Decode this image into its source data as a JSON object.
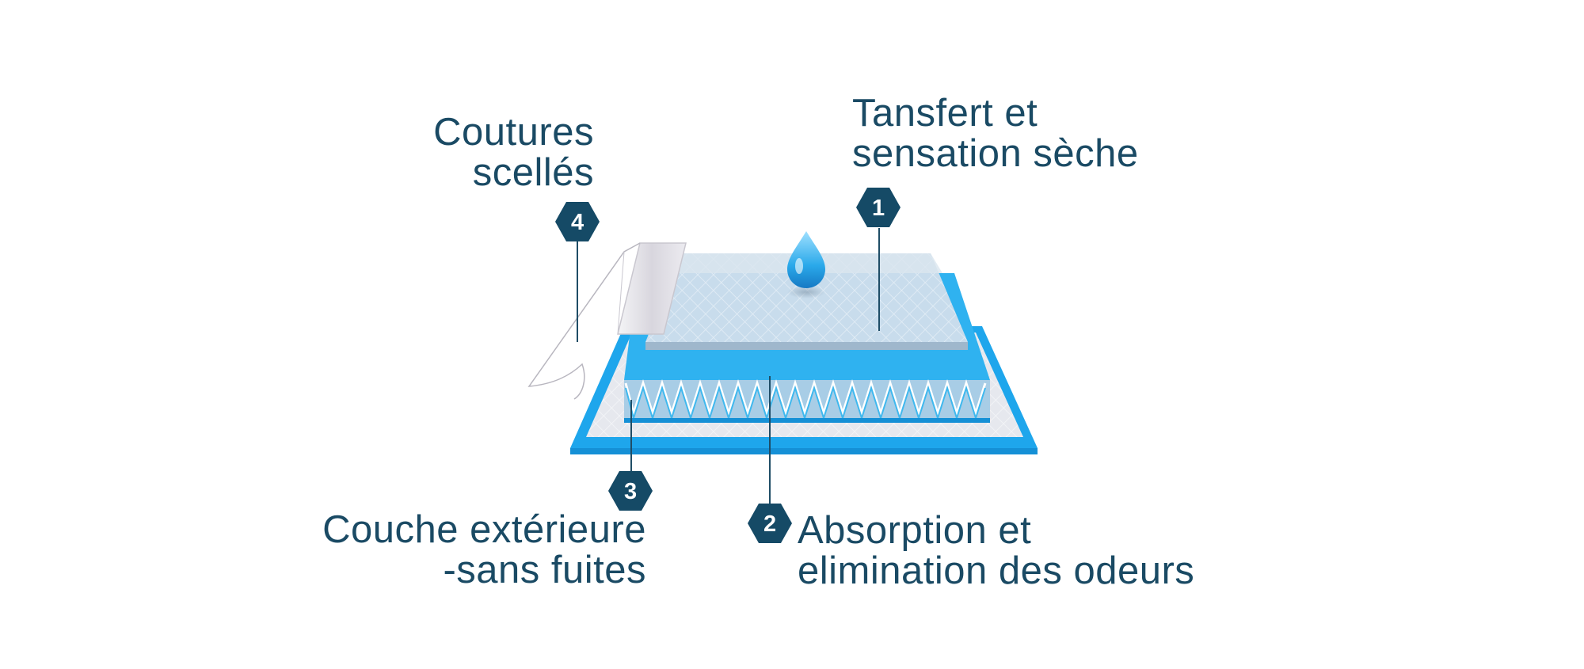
{
  "colors": {
    "text": "#1a4a64",
    "badge": "#154a66",
    "blue": "#1ea6ec",
    "blue_light": "#5cc4f5",
    "top_layer": "#c9dbea",
    "leader_line": "#1f4d66"
  },
  "callouts": [
    {
      "number": "1",
      "lines": [
        "Tansfert et",
        "sensation sèche"
      ]
    },
    {
      "number": "2",
      "lines": [
        "Absorption et",
        "elimination des odeurs"
      ]
    },
    {
      "number": "3",
      "lines": [
        "Couche extérieure",
        "-sans fuites"
      ]
    },
    {
      "number": "4",
      "lines": [
        "Coutures",
        "scellés"
      ]
    }
  ],
  "icons": {
    "droplet": "water-droplet-icon"
  }
}
